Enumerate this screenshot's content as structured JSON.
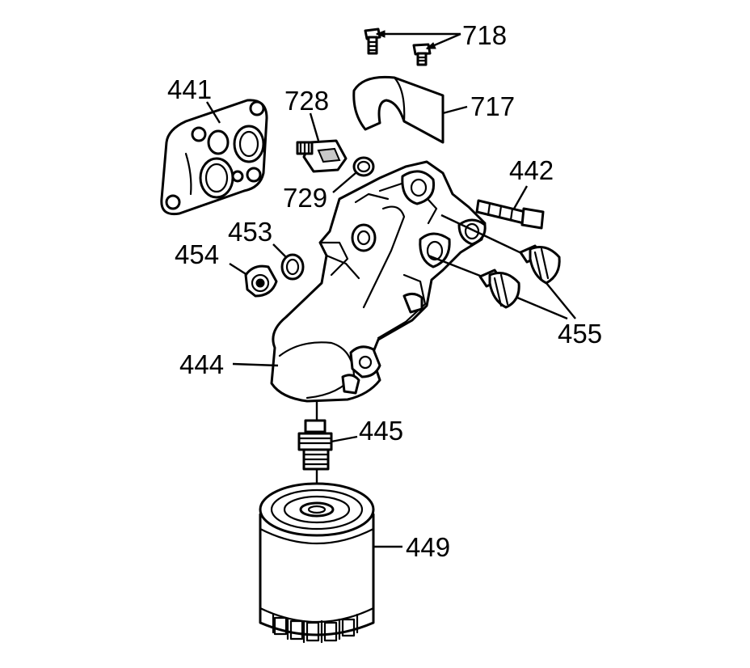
{
  "labels": {
    "l718": "718",
    "l441": "441",
    "l728": "728",
    "l717": "717",
    "l442": "442",
    "l729": "729",
    "l453": "453",
    "l454": "454",
    "l455": "455",
    "l444": "444",
    "l445": "445",
    "l449": "449"
  },
  "colors": {
    "line": "#000000",
    "background": "#ffffff",
    "shade": "#c8c8c8"
  }
}
